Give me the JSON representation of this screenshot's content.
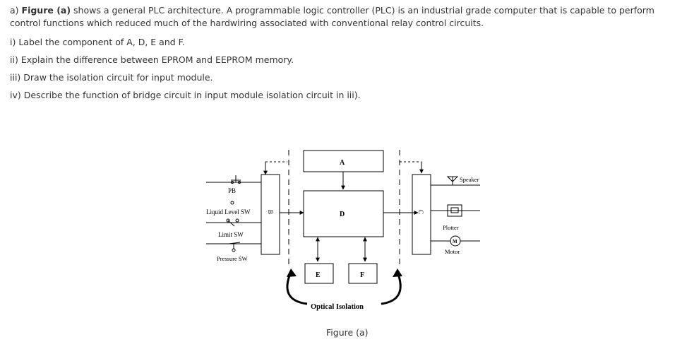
{
  "question": {
    "intro_label": "a)",
    "intro_bold": "Figure (a)",
    "intro_text": " shows a general PLC architecture. A programmable logic controller (PLC) is an industrial grade computer that is capable to perform control functions which reduced much of the hardwiring associated with conventional relay control circuits.",
    "items": [
      {
        "num": "i)",
        "text": "Label the component of A, D, E and F."
      },
      {
        "num": "ii)",
        "text": "Explain the difference between EPROM and EEPROM memory."
      },
      {
        "num": "iii)",
        "text": "Draw the isolation circuit for input module."
      },
      {
        "num": "iv)",
        "text": "Describe the function of bridge circuit in input module isolation circuit in iii)."
      }
    ]
  },
  "figure": {
    "caption": "Figure (a)",
    "inputs": [
      "PB",
      "Liquid Level SW",
      "Limit SW",
      "Pressure SW"
    ],
    "outputs": [
      "Speaker",
      "Plotter",
      "Motor"
    ],
    "motor_symbol": "M",
    "blocks": {
      "A": "A",
      "D": "D",
      "E": "E",
      "F": "F",
      "B": "B",
      "C": "C"
    },
    "isolation_label": "Optical Isolation"
  }
}
